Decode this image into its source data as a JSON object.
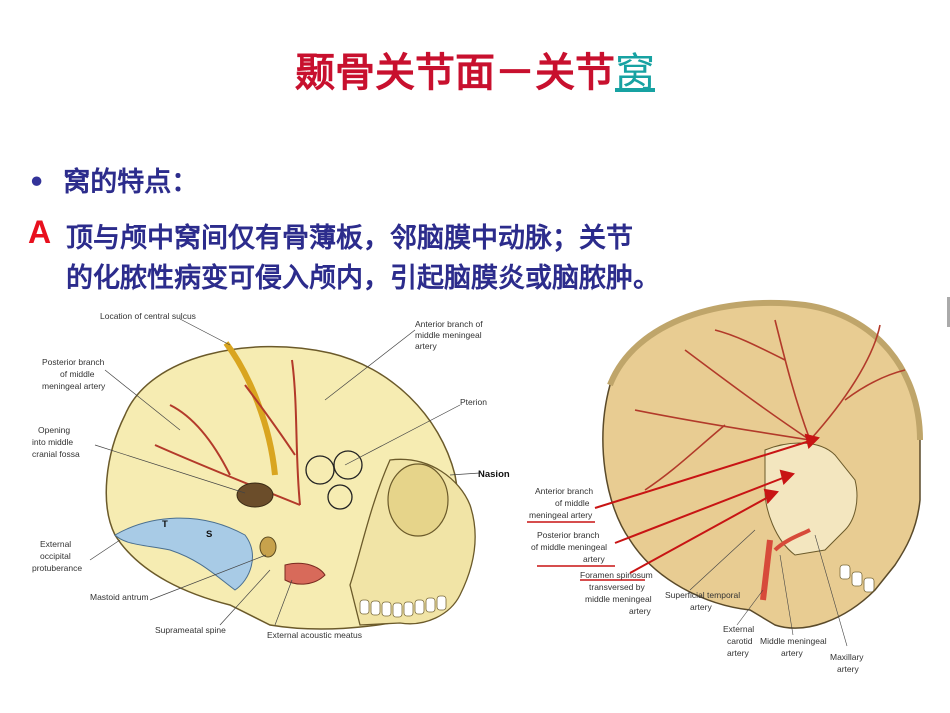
{
  "title": {
    "main": "颞骨关节面－关节",
    "link": "窝"
  },
  "bullet": {
    "text": "窝的特点："
  },
  "paragraph": {
    "marker": "A",
    "line1": "顶与颅中窝间仅有骨薄板，邻脑膜中动脉；关节",
    "line2": "的化脓性病变可侵入颅内，引起脑膜炎或脑脓肿。"
  },
  "figure_left": {
    "labels": {
      "central_sulcus": "Location of central sulcus",
      "anterior_branch_1": "Anterior branch of",
      "anterior_branch_2": "middle meningeal",
      "anterior_branch_3": "artery",
      "posterior_branch_1": "Posterior branch",
      "posterior_branch_2": "of middle",
      "posterior_branch_3": "meningeal artery",
      "pterion": "Pterion",
      "opening_1": "Opening",
      "opening_2": "into middle",
      "opening_3": "cranial fossa",
      "nasion": "Nasion",
      "ext_occipital_1": "External",
      "ext_occipital_2": "occipital",
      "ext_occipital_3": "protuberance",
      "mastoid": "Mastoid antrum",
      "suprameatal": "Suprameatal spine",
      "acoustic": "External acoustic meatus",
      "sinus_t": "T",
      "sinus_s": "S"
    }
  },
  "figure_right": {
    "labels": {
      "anterior_1": "Anterior branch",
      "anterior_2": "of middle",
      "anterior_3": "meningeal artery",
      "posterior_1": "Posterior branch",
      "posterior_2": "of middle meningeal",
      "posterior_3": "artery",
      "foramen_1": "Foramen spinosum",
      "foramen_2": "transversed by",
      "foramen_3": "middle meningeal",
      "foramen_4": "artery",
      "sup_temporal_1": "Superficial temporal",
      "sup_temporal_2": "artery",
      "ext_carotid_1": "External",
      "ext_carotid_2": "carotid",
      "ext_carotid_3": "artery",
      "mid_meningeal_1": "Middle meningeal",
      "mid_meningeal_2": "artery",
      "maxillary_1": "Maxillary",
      "maxillary_2": "artery"
    }
  }
}
